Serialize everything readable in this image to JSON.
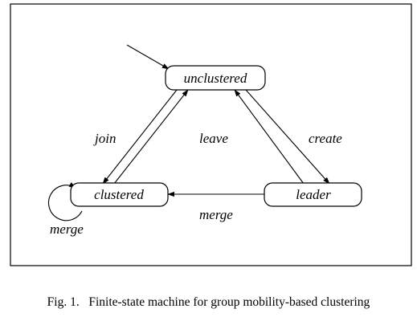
{
  "diagram": {
    "states": {
      "unclustered": "unclustered",
      "clustered": "clustered",
      "leader": "leader"
    },
    "transitions": {
      "join": "join",
      "leave": "leave",
      "create": "create",
      "merge_leader_to_clustered": "merge",
      "merge_self_loop": "merge"
    }
  },
  "caption": {
    "text": "Fig. 1.   Finite-state machine for group mobility-based clustering"
  }
}
